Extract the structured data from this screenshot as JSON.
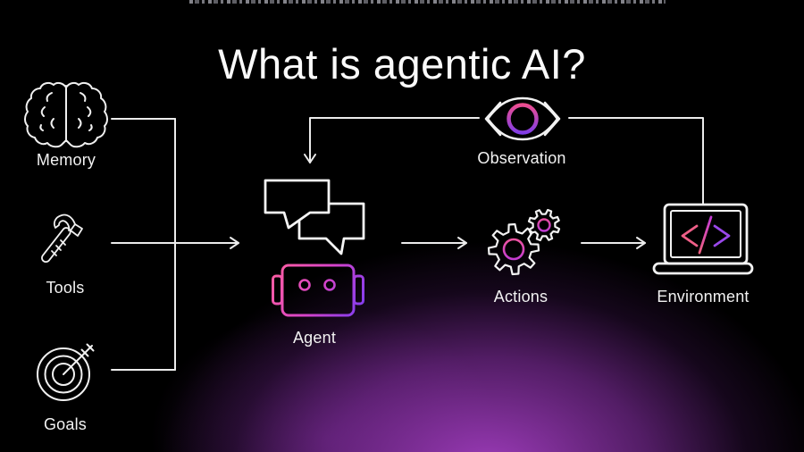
{
  "title": "What is agentic AI?",
  "nodes": {
    "memory": {
      "label": "Memory",
      "icon": "brain-icon"
    },
    "tools": {
      "label": "Tools",
      "icon": "hammer-icon"
    },
    "goals": {
      "label": "Goals",
      "icon": "target-arrow-icon"
    },
    "agent": {
      "label": "Agent",
      "icon": "chat-robot-icon"
    },
    "observation": {
      "label": "Observation",
      "icon": "eye-icon"
    },
    "actions": {
      "label": "Actions",
      "icon": "gears-icon"
    },
    "environment": {
      "label": "Environment",
      "icon": "laptop-code-icon"
    }
  },
  "edges": [
    {
      "from": "memory",
      "to": "agent"
    },
    {
      "from": "tools",
      "to": "agent"
    },
    {
      "from": "goals",
      "to": "agent"
    },
    {
      "from": "agent",
      "to": "actions"
    },
    {
      "from": "actions",
      "to": "environment"
    },
    {
      "from": "environment",
      "to": "observation"
    },
    {
      "from": "observation",
      "to": "agent"
    }
  ],
  "colors": {
    "background": "#000000",
    "glow_purple": "#8a34a2",
    "line_white": "#ececec",
    "accent_pink": "#ff5fa0",
    "accent_magenta": "#c83bd4",
    "accent_purple": "#7d3cf2"
  }
}
